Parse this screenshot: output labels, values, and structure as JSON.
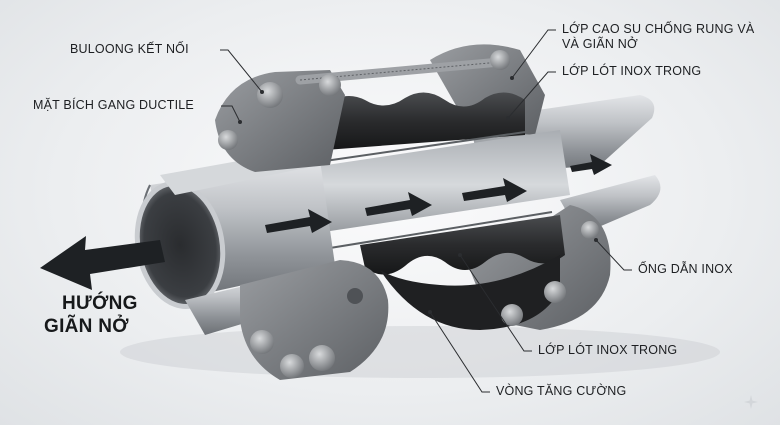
{
  "labels": {
    "bolt": "BULOONG KẾT NỐI",
    "flange": "MẶT BÍCH GANG DUCTILE",
    "rubber_line1": "LỚP CAO SU CHỐNG RUNG VÀ",
    "rubber_line2": "VÀ GIÃN NỞ",
    "liner_top": "LỚP LÓT INOX TRONG",
    "pipe": "ỐNG DẪN INOX",
    "liner_bottom": "LỚP LÓT INOX TRONG",
    "ring": "VÒNG TĂNG CƯỜNG"
  },
  "direction": {
    "line1": "HƯỚNG",
    "line2": "GIÃN NỞ"
  },
  "colors": {
    "rubber": "#2a2b2d",
    "flange": "#7d8084",
    "steel": "#b9bcc0",
    "arrow": "#1e2124"
  }
}
